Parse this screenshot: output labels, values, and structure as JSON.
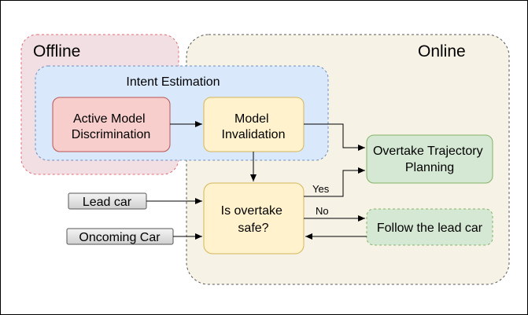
{
  "diagram": {
    "regions": {
      "offline": {
        "label": "Offline",
        "fill": "#f2dfe3",
        "stroke": "#e06c75"
      },
      "online": {
        "label": "Online",
        "fill": "#f5f1e4",
        "stroke": "#555555"
      },
      "intent": {
        "label": "Intent Estimation",
        "fill": "#dae8fc",
        "stroke": "#6c8ebf"
      }
    },
    "nodes": {
      "active_model": {
        "lines": [
          "Active Model",
          "Discrimination"
        ],
        "fill": "#f8cecc",
        "stroke": "#b85450"
      },
      "model_invalidation": {
        "lines": [
          "Model",
          "Invalidation"
        ],
        "fill": "#fff2cc",
        "stroke": "#d6b656"
      },
      "overtake_safe": {
        "lines": [
          "Is overtake",
          "safe?"
        ],
        "fill": "#fff2cc",
        "stroke": "#d6b656"
      },
      "overtake_planning": {
        "lines": [
          "Overtake Trajectory",
          "Planning"
        ],
        "fill": "#d5e8d4",
        "stroke": "#82b366"
      },
      "follow_lead": {
        "lines": [
          "Follow the lead car"
        ],
        "fill": "#d5e8d4",
        "stroke": "#82b366"
      }
    },
    "inputs": {
      "lead_car": {
        "label": "Lead car"
      },
      "oncoming_car": {
        "label": "Oncoming Car"
      }
    },
    "edge_labels": {
      "yes": "Yes",
      "no": "No"
    }
  }
}
